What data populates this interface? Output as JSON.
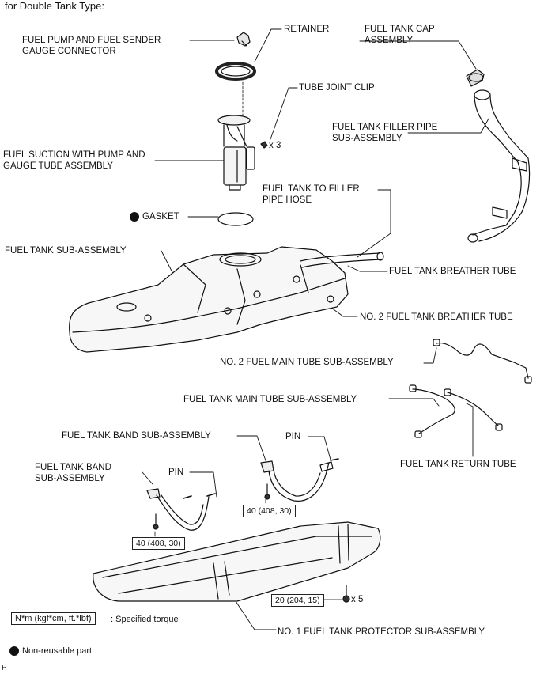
{
  "header": "for Double Tank Type:",
  "labels": {
    "pump_connector": [
      "FUEL PUMP AND FUEL SENDER",
      "GAUGE CONNECTOR"
    ],
    "retainer": "RETAINER",
    "cap": [
      "FUEL TANK CAP",
      "ASSEMBLY"
    ],
    "tube_joint_clip": "TUBE JOINT CLIP",
    "filler_pipe": [
      "FUEL TANK FILLER PIPE",
      "SUB-ASSEMBLY"
    ],
    "x3": "x 3",
    "suction": [
      "FUEL SUCTION WITH PUMP AND",
      "GAUGE TUBE ASSEMBLY"
    ],
    "tank_to_filler": [
      "FUEL TANK TO FILLER",
      "PIPE HOSE"
    ],
    "gasket": "GASKET",
    "tank_sub": "FUEL TANK SUB-ASSEMBLY",
    "breather": "FUEL TANK BREATHER TUBE",
    "no2_breather": "NO. 2 FUEL TANK BREATHER TUBE",
    "no2_main": "NO. 2 FUEL MAIN TUBE SUB-ASSEMBLY",
    "main_tube": "FUEL TANK MAIN TUBE SUB-ASSEMBLY",
    "band_right": "FUEL TANK BAND SUB-ASSEMBLY",
    "pin_right": "PIN",
    "band_left": [
      "FUEL TANK BAND",
      "SUB-ASSEMBLY"
    ],
    "pin_left": "PIN",
    "return_tube": "FUEL TANK RETURN TUBE",
    "x5": "x 5",
    "protector": "NO. 1 FUEL TANK PROTECTOR SUB-ASSEMBLY"
  },
  "torques": {
    "right": "40 (408, 30)",
    "left": "40 (408, 30)",
    "protector": "20 (204, 15)"
  },
  "legend": {
    "torque_box": "N*m (kgf*cm, ft.*lbf)",
    "torque_text": ": Specified torque",
    "nonreusable": "Non-reusable part"
  },
  "footer": "P"
}
